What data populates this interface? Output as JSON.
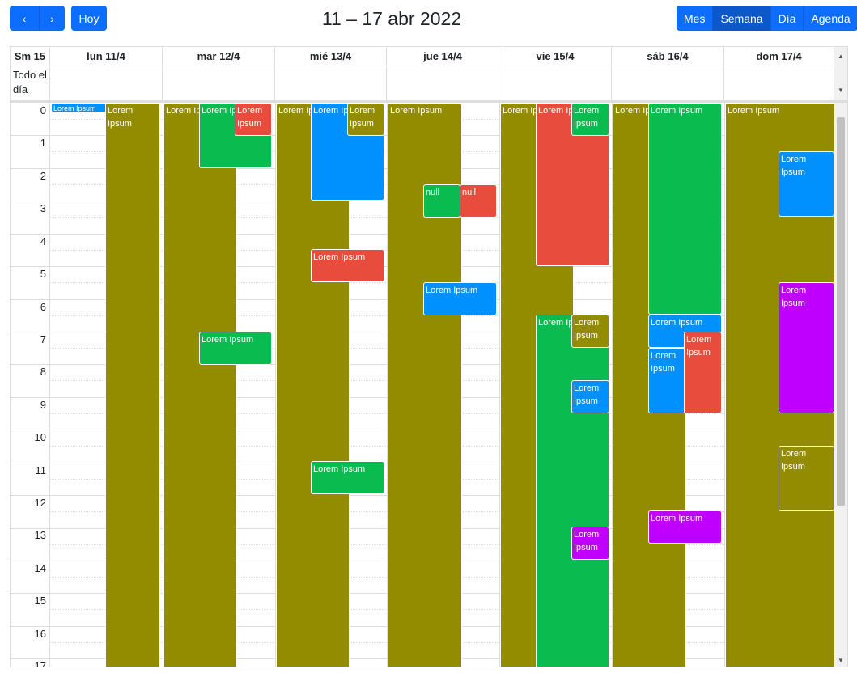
{
  "toolbar": {
    "prev_icon": "‹",
    "next_icon": "›",
    "today_label": "Hoy",
    "title": "11 – 17 abr 2022",
    "views": [
      "Mes",
      "Semana",
      "Día",
      "Agenda"
    ],
    "active_view": "Semana"
  },
  "header": {
    "week_label": "Sm 15",
    "days": [
      "lun 11/4",
      "mar 12/4",
      "mié 13/4",
      "jue 14/4",
      "vie 15/4",
      "sáb 16/4",
      "dom 17/4"
    ]
  },
  "allday": {
    "label": "Todo el día"
  },
  "hours": [
    "0",
    "1",
    "2",
    "3",
    "4",
    "5",
    "6",
    "7",
    "8",
    "9",
    "10",
    "11",
    "12",
    "13",
    "14",
    "15",
    "16",
    "17"
  ],
  "events": {
    "lorem": "Lorem Ipsum",
    "null_text": "null"
  }
}
